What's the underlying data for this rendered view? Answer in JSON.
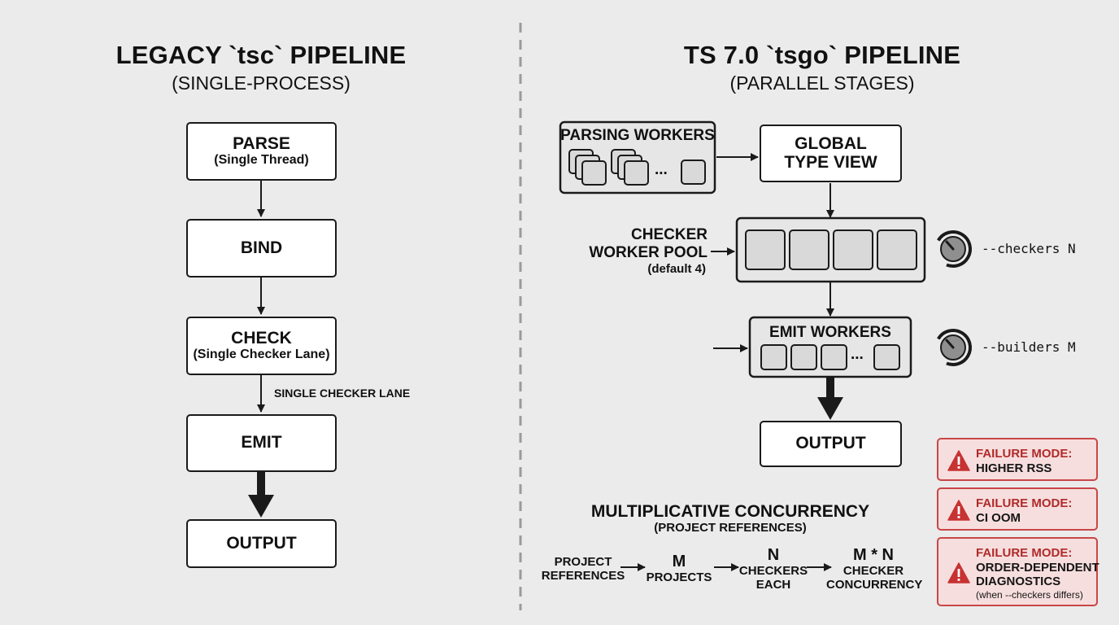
{
  "legacy": {
    "title": "LEGACY `tsc` PIPELINE",
    "subtitle": "(SINGLE-PROCESS)",
    "nodes": {
      "parse": {
        "label": "PARSE",
        "sub": "(Single Thread)"
      },
      "bind": {
        "label": "BIND"
      },
      "check": {
        "label": "CHECK",
        "sub": "(Single Checker Lane)"
      },
      "emit": {
        "label": "EMIT"
      },
      "output": {
        "label": "OUTPUT"
      }
    },
    "edge_label_check_emit": "SINGLE CHECKER LANE"
  },
  "tsgo": {
    "title": "TS 7.0 `tsgo` PIPELINE",
    "subtitle": "(PARALLEL STAGES)",
    "parsing_workers": {
      "label": "PARSING WORKERS",
      "ellipsis": "..."
    },
    "global_type_view": {
      "line1": "GLOBAL",
      "line2": "TYPE VIEW"
    },
    "checker_pool": {
      "line1": "CHECKER",
      "line2": "WORKER POOL",
      "line3": "(default 4)",
      "flag": "--checkers N"
    },
    "emit_workers": {
      "label": "EMIT WORKERS",
      "ellipsis": "...",
      "flag": "--builders M"
    },
    "output": {
      "label": "OUTPUT"
    },
    "concurrency": {
      "title": "MULTIPLICATIVE CONCURRENCY",
      "subtitle": "(PROJECT REFERENCES)",
      "steps": [
        {
          "top": "",
          "lines": [
            "PROJECT",
            "REFERENCES"
          ]
        },
        {
          "top": "M",
          "lines": [
            "PROJECTS"
          ]
        },
        {
          "top": "N",
          "lines": [
            "CHECKERS",
            "EACH"
          ]
        },
        {
          "top": "M * N",
          "lines": [
            "CHECKER",
            "CONCURRENCY"
          ]
        }
      ]
    },
    "failure_modes": [
      {
        "title": "FAILURE MODE:",
        "lines": [
          "HIGHER RSS"
        ],
        "note": ""
      },
      {
        "title": "FAILURE MODE:",
        "lines": [
          "CI OOM"
        ],
        "note": ""
      },
      {
        "title": "FAILURE MODE:",
        "lines": [
          "ORDER-DEPENDENT",
          "DIAGNOSTICS"
        ],
        "note": "(when --checkers differs)"
      }
    ]
  },
  "colors": {
    "background": "#ebebeb",
    "stroke": "#1a1a1a",
    "node_fill": "#ffffff",
    "pool_fill": "#e6e6e6",
    "worker_fill": "#d9d9d9",
    "divider": "#9a9a9a",
    "failure_fill": "#f7dede",
    "failure_border": "#c84646",
    "failure_title": "#b02a2a"
  },
  "icons": {
    "knob": "dial-knob-icon",
    "warning": "warning-triangle-icon"
  }
}
